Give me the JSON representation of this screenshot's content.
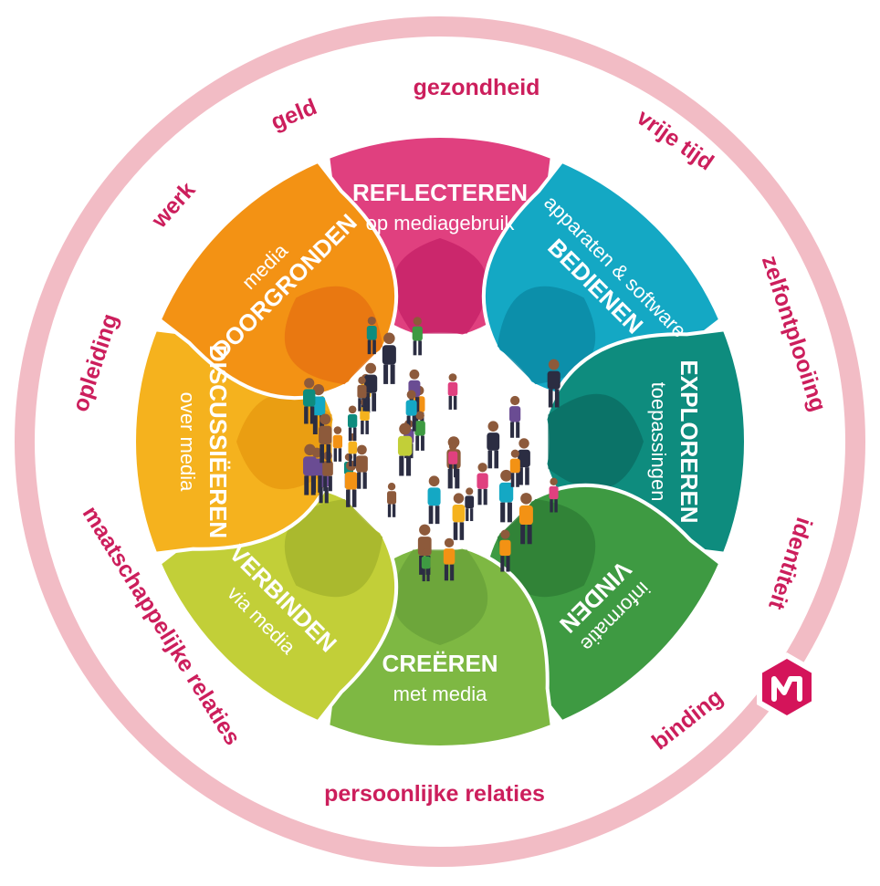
{
  "model_title": "mediawijsheid competentiemodel",
  "logo_letter": "M",
  "colors": {
    "ring": "#f2bcc5",
    "ring_text": "#cc1e5c",
    "title_text": "#ffffff",
    "logo": "#d4145a"
  },
  "ring_domains": [
    {
      "label": "gezondheid"
    },
    {
      "label": "vrije tijd"
    },
    {
      "label": "zelfontplooiing"
    },
    {
      "label": "identiteit"
    },
    {
      "label": "binding"
    },
    {
      "label": "persoonlijke relaties"
    },
    {
      "label": "maatschappelijke relaties"
    },
    {
      "label": "opleiding"
    },
    {
      "label": "werk"
    },
    {
      "label": "geld"
    }
  ],
  "competences": [
    {
      "main": "REFLECTEREN",
      "sub": "op mediagebruik",
      "sub_first": false,
      "color": "#e0407f",
      "shade": "#c72368"
    },
    {
      "main": "BEDIENEN",
      "sub": "apparaten & software",
      "sub_first": true,
      "color": "#14a8c4",
      "shade": "#0a8ba6"
    },
    {
      "main": "EXPLOREREN",
      "sub": "toepassingen",
      "sub_first": false,
      "color": "#0e8c7e",
      "shade": "#0b6f64"
    },
    {
      "main": "VINDEN",
      "sub": "informatie",
      "sub_first": true,
      "color": "#3e9a42",
      "shade": "#2f7f35"
    },
    {
      "main": "CREËREN",
      "sub": "met media",
      "sub_first": false,
      "color": "#7eb843",
      "shade": "#6aa23a"
    },
    {
      "main": "VERBINDEN",
      "sub": "via media",
      "sub_first": false,
      "color": "#c2cf38",
      "shade": "#a6b52d"
    },
    {
      "main": "DISCUSSIËEREN",
      "sub": "over media",
      "sub_first": false,
      "color": "#f5b21e",
      "shade": "#e89a10"
    },
    {
      "main": "DOORGRONDEN",
      "sub": "media",
      "sub_first": true,
      "color": "#f39214",
      "shade": "#e67310"
    }
  ]
}
